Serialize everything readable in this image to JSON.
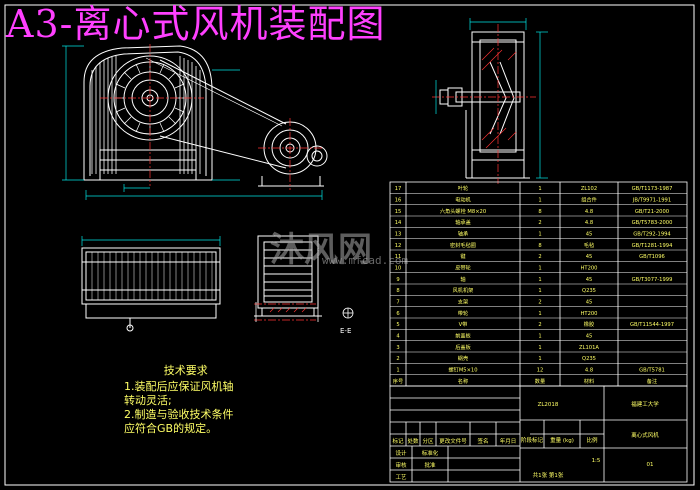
{
  "title": "A3-离心式风机装配图",
  "watermark": {
    "text": "沐风网",
    "url": "www.mfcad.com"
  },
  "notes": {
    "title": "技术要求",
    "lines": [
      "1.装配后应保证风机轴",
      "转动灵活;",
      "2.制造与验收技术条件",
      "应符合GB的规定。"
    ]
  },
  "section_label": "E-E",
  "bom": {
    "headers": [
      "序号",
      "名称",
      "数量",
      "材料",
      "备注"
    ],
    "rows": [
      [
        "17",
        "叶轮",
        "1",
        "ZL102",
        "GB/T1173-1987"
      ],
      [
        "16",
        "电动机",
        "1",
        "组合件",
        "JB/T9971-1991"
      ],
      [
        "15",
        "六角头螺栓 M8×20",
        "8",
        "4.8",
        "GB/T21-2000"
      ],
      [
        "14",
        "轴承盖",
        "2",
        "4.8",
        "GB/T5783-2000"
      ],
      [
        "13",
        "轴承",
        "1",
        "45",
        "GB/T292-1994"
      ],
      [
        "12",
        "密封毛毡圈",
        "8",
        "毛毡",
        "GB/T1281-1994"
      ],
      [
        "11",
        "键",
        "2",
        "45",
        "GB/T1096"
      ],
      [
        "10",
        "皮带轮",
        "1",
        "HT200",
        ""
      ],
      [
        "9",
        "轴",
        "1",
        "45",
        "GB/T3077-1999"
      ],
      [
        "8",
        "风机机架",
        "1",
        "Q235",
        ""
      ],
      [
        "7",
        "支架",
        "2",
        "45",
        ""
      ],
      [
        "6",
        "带轮",
        "1",
        "HT200",
        ""
      ],
      [
        "5",
        "V带",
        "2",
        "橡胶",
        "GB/T11544-1997"
      ],
      [
        "4",
        "前盖板",
        "1",
        "45",
        ""
      ],
      [
        "3",
        "后盖板",
        "1",
        "ZL101A",
        ""
      ],
      [
        "2",
        "蜗壳",
        "1",
        "Q235",
        ""
      ],
      [
        "1",
        "螺钉M5×10",
        "12",
        "4.8",
        "GB/T5781"
      ]
    ]
  },
  "title_block": {
    "drawing_no": "ZL2018",
    "school": "福建工大学",
    "name": "离心式风机",
    "mark_label": "阶段标记",
    "weight_label": "重量 (kg)",
    "scale_label": "比例",
    "scale": "1:5",
    "sheet": "01",
    "sheet_info": "共1张 第1张",
    "row_labels": [
      "标记",
      "处数",
      "分区",
      "更改文件号",
      "签名",
      "年月日"
    ],
    "design_label": "设计",
    "designer": "标准化",
    "review_label": "审核",
    "process_label": "工艺",
    "approve_label": "批准"
  },
  "colors": {
    "background": "#000000",
    "frame": "#ffffff",
    "title": "#ff40ff",
    "outline": "#ffffff",
    "centerline": "#ff3333",
    "dimension": "#00e5e5",
    "notes": "#ffff66",
    "table_text": "#ffff66",
    "hatch": "#ff3333"
  }
}
